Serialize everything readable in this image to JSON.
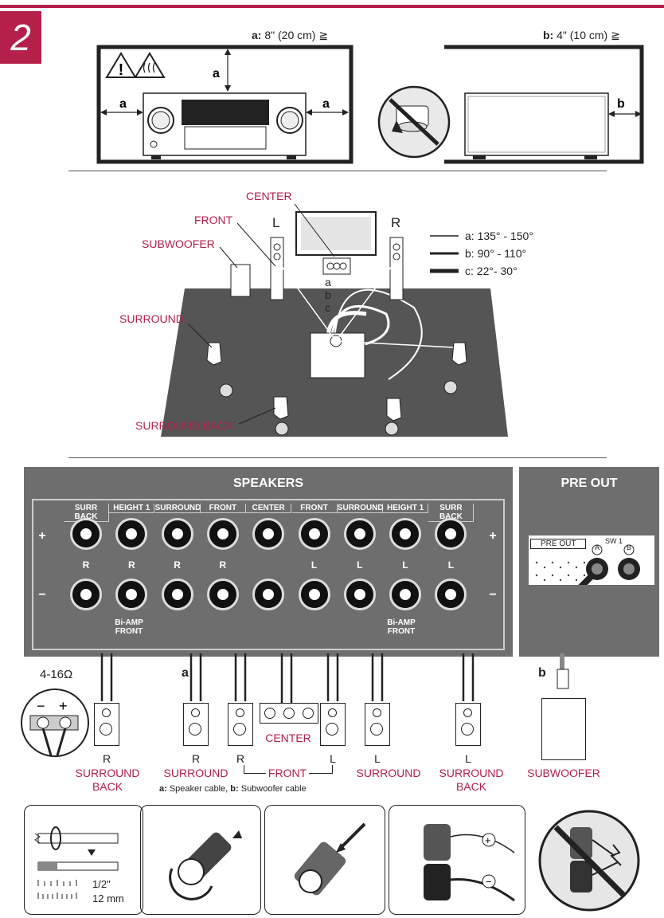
{
  "step": "2",
  "clearance": {
    "a_label": "a:",
    "a_value": "8\" (20 cm) ≧",
    "b_label": "b:",
    "b_value": "4\" (10 cm) ≧",
    "dim_a": "a",
    "dim_b": "b"
  },
  "layout": {
    "center": "CENTER",
    "front": "FRONT",
    "subwoofer": "SUBWOOFER",
    "surround": "SURROUND",
    "surround_back": "SURROUND BACK",
    "left": "L",
    "right": "R",
    "arc_a": "a",
    "arc_b": "b",
    "arc_c": "c",
    "legend": [
      {
        "text": "a: 135° - 150°"
      },
      {
        "text": "b: 90° - 110°"
      },
      {
        "text": "c: 22°- 30°"
      }
    ]
  },
  "speakers_panel": {
    "title": "SPEAKERS",
    "plus": "+",
    "minus": "−",
    "channels": [
      {
        "header": "SURR BACK",
        "side": "R"
      },
      {
        "header": "HEIGHT 1",
        "side": "R"
      },
      {
        "header": "SURROUND",
        "side": "R"
      },
      {
        "header": "FRONT",
        "side": "R"
      },
      {
        "header": "CENTER",
        "side": ""
      },
      {
        "header": "FRONT",
        "side": "L"
      },
      {
        "header": "SURROUND",
        "side": "L"
      },
      {
        "header": "HEIGHT 1",
        "side": "L"
      },
      {
        "header": "SURR BACK",
        "side": "L"
      }
    ],
    "biamp_1": "Bi-AMP",
    "biamp_2": "FRONT"
  },
  "preout_panel": {
    "title": "PRE OUT",
    "port_label": "PRE OUT",
    "sw_label": "SW 1",
    "jack_a": "A",
    "jack_b": "B"
  },
  "connections": {
    "impedance": "4-16Ω",
    "cable_a": "a",
    "cable_b": "b",
    "center": "CENTER",
    "front": "FRONT",
    "surround": "SURROUND",
    "surround_back_1": "SURROUND",
    "surround_back_2": "BACK",
    "subwoofer": "SUBWOOFER",
    "r": "R",
    "l": "L",
    "note_a": "a:",
    "note_a_text": " Speaker cable, ",
    "note_b": "b:",
    "note_b_text": " Subwoofer cable"
  },
  "wire_prep": {
    "len_in": "1/2\"",
    "len_mm": "12 mm"
  },
  "colors": {
    "accent": "#b4204a",
    "panel": "#6e6e6e",
    "floor": "#555555"
  }
}
